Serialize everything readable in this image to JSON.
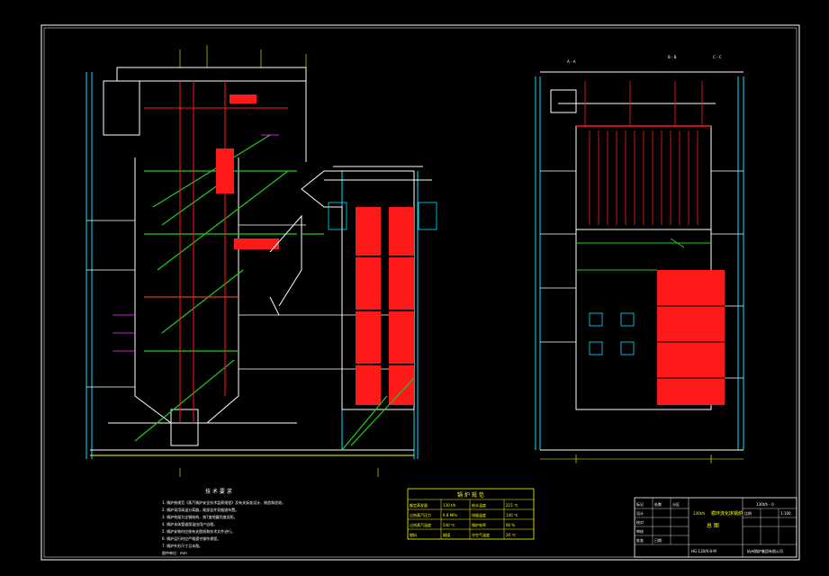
{
  "notes": {
    "title": "技 术 要 求",
    "lines": [
      "1. 锅炉按规范《蒸汽锅炉安全技术监察规程》及有关标准设计、制造和验收。",
      "2. 锅炉采用高温分离器，尾部竖井双烟道布置。",
      "3. 锅炉构架为全钢结构，按7度地震烈度设防。",
      "4. 锅炉本体管道保温由用户自理。",
      "5. 锅炉安装时应按有关图纸和技术文件进行。",
      "6. 锅炉运行时应严格遵守操作规程。",
      "7. 锅炉外形尺寸见本图。",
      "图中单位：mm"
    ]
  },
  "param_table": {
    "title": "锅 炉 规 范",
    "rows": [
      [
        "额定蒸发量",
        "130 t/h",
        "给水温度",
        "215 ℃"
      ],
      [
        "过热蒸汽压力",
        "9.8 MPa",
        "排烟温度",
        "140 ℃"
      ],
      [
        "过热蒸汽温度",
        "540 ℃",
        "锅炉效率",
        "90 %"
      ],
      [
        "燃料",
        "烟煤",
        "冷空气温度",
        "20 ℃"
      ]
    ]
  },
  "title_block": {
    "drawing_no": "130t/h - 0",
    "product": "130t/h",
    "product_type": "循环流化床锅炉",
    "drawing_name": "总 图",
    "code": "HG-130/9.8-M",
    "company": "杭州锅炉集团有限公司",
    "cells": [
      "标记",
      "处数",
      "分区",
      "设计",
      "校对",
      "审核",
      "批准",
      "日期",
      "比例",
      "1:100"
    ]
  },
  "view_labels": [
    "A - A",
    "B - B",
    "C - C"
  ],
  "colors": {
    "background": "#000000",
    "outline": "#ffffff",
    "red": "#ff1a1a",
    "green": "#22cc22",
    "cyan": "#00e5ff",
    "yellow": "#ffff00",
    "magenta": "#ff33ff"
  }
}
